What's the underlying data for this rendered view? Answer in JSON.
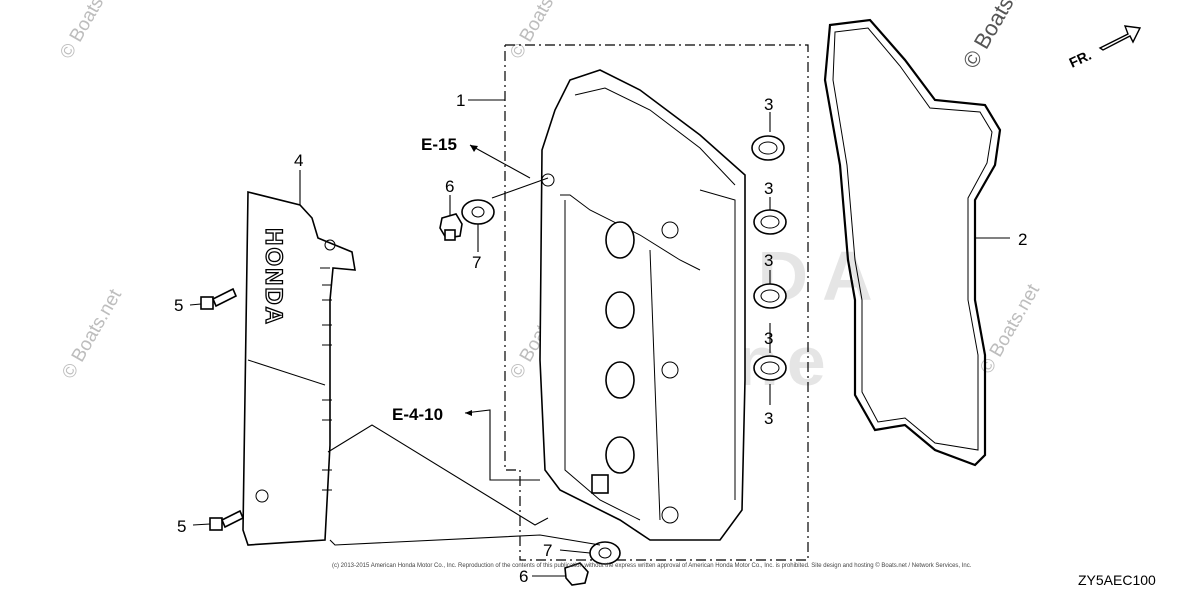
{
  "callouts": {
    "c1": "1",
    "c2": "2",
    "c3a": "3",
    "c3b": "3",
    "c3c": "3",
    "c3d": "3",
    "c3e": "3",
    "c4": "4",
    "c5a": "5",
    "c5b": "5",
    "c6a": "6",
    "c6b": "6",
    "c7a": "7",
    "c7b": "7"
  },
  "refs": {
    "e15": "E-15",
    "e410": "E-4-10"
  },
  "direction_label": "FR.",
  "diagram_code": "ZY5AEC100",
  "watermark": "© Boats.net",
  "cover_brand": "HONDA",
  "background_logo": [
    "HONDA",
    "Marine"
  ],
  "copyright": "(c) 2013-2015 American Honda Motor Co., Inc. Reproduction of the contents of this publication without the express written approval of American Honda Motor Co., Inc. is prohibited. Site design and hosting © Boats.net / Network Services, Inc."
}
